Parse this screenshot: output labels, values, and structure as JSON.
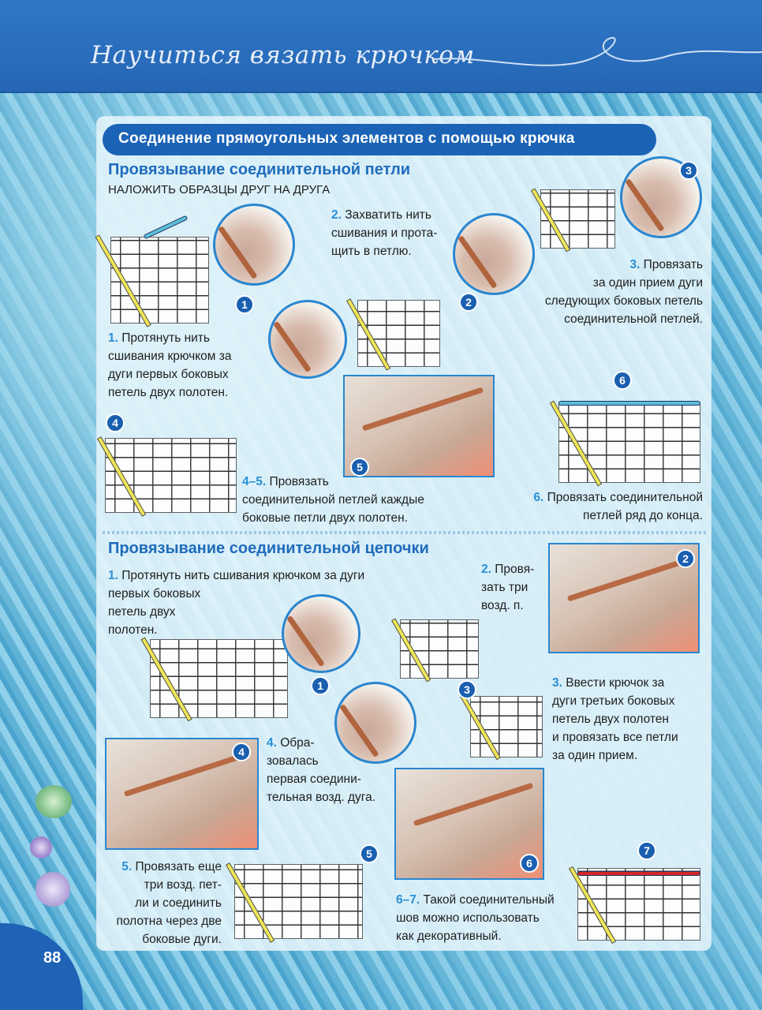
{
  "header": {
    "title": "Научиться вязать крючком"
  },
  "banner": {
    "title": "Соединение прямоугольных элементов с помощью крючка"
  },
  "section1": {
    "title": "Провязывание соединительной петли",
    "subtitle": "НАЛОЖИТЬ ОБРАЗЦЫ ДРУГ НА ДРУГА",
    "steps": [
      {
        "num": "1.",
        "text": "Протянуть нить\nсшивания крючком за\nдуги первых боковых\nпетель двух полотен."
      },
      {
        "num": "2.",
        "text": "Захватить нить\nсшивания и прота-\nщить в петлю."
      },
      {
        "num": "3.",
        "text": "Провязать\nза один прием дуги\nследующих боковых петель\nсоединительной петлей."
      },
      {
        "num": "4–5.",
        "text": "Провязать\nсоединительной петлей каждые\nбоковые петли двух полотен."
      },
      {
        "num": "6.",
        "text": "Провязать соединительной\nпетлей ряд до конца."
      }
    ],
    "badges": [
      "1",
      "2",
      "3",
      "4",
      "5",
      "6"
    ]
  },
  "section2": {
    "title": "Провязывание соединительной цепочки",
    "steps": [
      {
        "num": "1.",
        "text": "Протянуть нить сшивания крючком за дуги\nпервых боковых\nпетель двух\nполотен."
      },
      {
        "num": "2.",
        "text": "Провя-\nзать три\nвозд. п."
      },
      {
        "num": "3.",
        "text": "Ввести крючок за\nдуги третьих боковых\nпетель двух полотен\nи провязать все петли\nза один прием."
      },
      {
        "num": "4.",
        "text": "Обра-\nзовалась\nпервая соедини-\nтельная возд. дуга."
      },
      {
        "num": "5.",
        "text": "Провязать еще\nтри возд. пет-\nли и соединить\nполотна через две\nбоковые дуги."
      },
      {
        "num": "6–7.",
        "text": "Такой соединительный\nшов можно использовать\nкак декоративный."
      }
    ],
    "badges": [
      "1",
      "2",
      "3",
      "4",
      "5",
      "6",
      "7"
    ]
  },
  "page_number": "88",
  "colors": {
    "header": "#2566b5",
    "heading": "#1f6cbc",
    "step_number": "#2a8fd6",
    "badge": "#1a5fb0"
  }
}
